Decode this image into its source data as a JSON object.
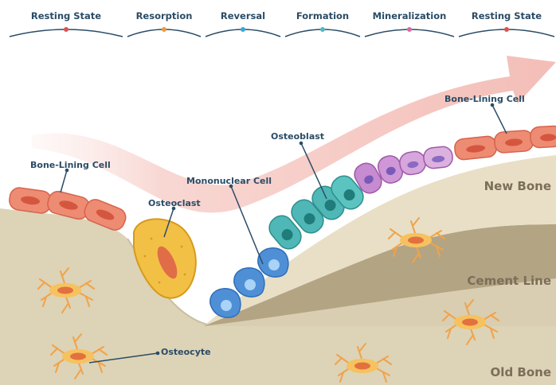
{
  "stages": [
    {
      "label": "Resting State",
      "dot_color": "#d9534f"
    },
    {
      "label": "Resorption",
      "dot_color": "#e89b3c"
    },
    {
      "label": "Reversal",
      "dot_color": "#3aa6d8"
    },
    {
      "label": "Formation",
      "dot_color": "#52b6c2"
    },
    {
      "label": "Mineralization",
      "dot_color": "#d96aa3"
    },
    {
      "label": "Resting State",
      "dot_color": "#d9534f"
    }
  ],
  "callouts": {
    "bone_lining_left": "Bone-Lining Cell",
    "osteoclast": "Osteoclast",
    "mononuclear": "Mononuclear Cell",
    "osteoblast": "Osteoblast",
    "bone_lining_right": "Bone-Lining Cell",
    "osteocyte": "Osteocyte"
  },
  "regions": {
    "new_bone": "New Bone",
    "cement_line": "Cement Line",
    "old_bone": "Old Bone"
  },
  "colors": {
    "stage_line": "#2b4c66",
    "old_bone": "#ddd3b6",
    "new_bone": "#e5dcc2",
    "cement": "#b3a483",
    "arrow": "#f7d3cf",
    "lining_cell": "#ee8b73",
    "osteoclast": "#f3c046",
    "mononuclear": "#4f8fd6",
    "osteoblast": "#4fb7b5",
    "mineralization_cell": "#c68bd0",
    "osteocyte": "#f0a34a"
  }
}
